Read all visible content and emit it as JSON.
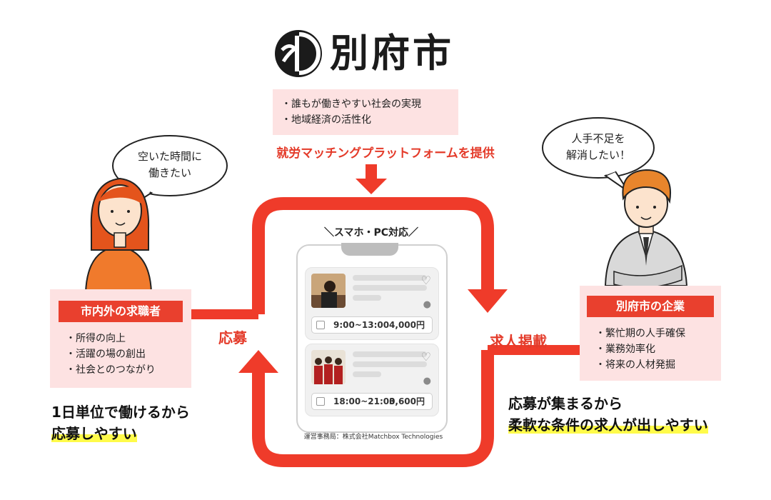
{
  "logo": {
    "mark_icon": "beppu-city-mark-icon",
    "name": "別府市"
  },
  "goals": {
    "items": [
      "誰もが働きやすい社会の実現",
      "地域経済の活性化"
    ]
  },
  "platform_caption": "就労マッチングプラットフォームを提供",
  "phone": {
    "title": "＼スマホ・PC対応／",
    "cards": [
      {
        "time": "9:00~13:00",
        "pay": "4,000円"
      },
      {
        "time": "18:00~21:00",
        "pay": "3,600円"
      }
    ],
    "operator": "運営事務局：株式会社Matchbox Technologies"
  },
  "job_seeker": {
    "bubble_line1": "空いた時間に",
    "bubble_line2": "働きたい",
    "heading": "市内外の求職者",
    "items": [
      "所得の向上",
      "活躍の場の創出",
      "社会とのつながり"
    ],
    "benefit_line1": "1日単位で働けるから",
    "benefit_line2": "応募しやすい"
  },
  "company": {
    "bubble_line1": "人手不足を",
    "bubble_line2": "解消したい！",
    "heading": "別府市の企業",
    "items": [
      "繁忙期の人手確保",
      "業務効率化",
      "将来の人材発掘"
    ],
    "benefit_line1": "応募が集まるから",
    "benefit_line2": "柔軟な条件の求人が出しやすい"
  },
  "flow": {
    "apply": "応募",
    "post": "求人掲載"
  },
  "colors": {
    "accent": "#e9402e",
    "pink": "#fde2e2",
    "highlight": "#fffb4a"
  }
}
